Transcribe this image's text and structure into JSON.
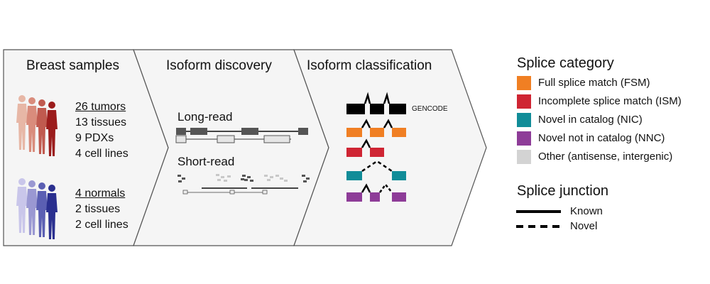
{
  "steps": {
    "samples_title": "Breast samples",
    "discovery_title": "Isoform discovery",
    "classification_title": "Isoform classification"
  },
  "samples": {
    "tumors": [
      "26 tumors",
      "13 tissues",
      "9 PDXs",
      "4 cell lines"
    ],
    "normals": [
      "4 normals",
      "2 tissues",
      "2 cell lines"
    ]
  },
  "discovery": {
    "long_read": "Long-read",
    "short_read": "Short-read"
  },
  "classification": {
    "gencode_label": "GENCODE"
  },
  "legend": {
    "category_title": "Splice category",
    "categories": [
      {
        "label": "Full splice match (FSM)",
        "color": "#f07f23"
      },
      {
        "label": "Incomplete splice match (ISM)",
        "color": "#cf2533"
      },
      {
        "label": "Novel in catalog (NIC)",
        "color": "#118c98"
      },
      {
        "label": "Novel not in catalog (NNC)",
        "color": "#8e3c98"
      },
      {
        "label": "Other (antisense, intergenic)",
        "color": "#d3d3d3"
      }
    ],
    "junction_title": "Splice junction",
    "junctions": [
      {
        "label": "Known",
        "style": "solid"
      },
      {
        "label": "Novel",
        "style": "dashed"
      }
    ]
  },
  "colors": {
    "tumor_dark": "#9b1c1c",
    "tumor_light": "#e7b3a3",
    "normal_dark": "#2a2f8f",
    "normal_light": "#b9b7e0",
    "gencode": "#000000",
    "panel_border": "#555555"
  }
}
